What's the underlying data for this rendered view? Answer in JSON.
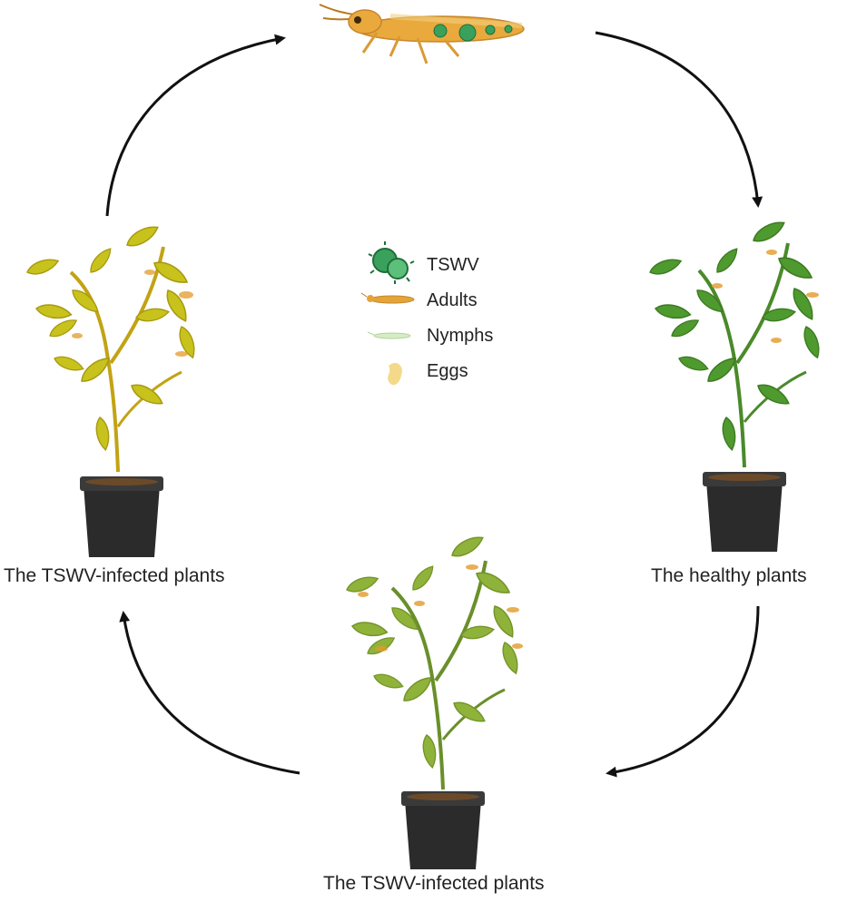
{
  "legend": [
    {
      "label": "TSWV",
      "icon": "virus-icon",
      "color": "#3aa15c"
    },
    {
      "label": "Adults",
      "icon": "thrips-adult-icon",
      "color": "#e3a43a"
    },
    {
      "label": "Nymphs",
      "icon": "thrips-nymph-icon",
      "color": "#cfe8b8"
    },
    {
      "label": "Eggs",
      "icon": "egg-icon",
      "color": "#f5d98a"
    }
  ],
  "captions": {
    "left": "The TSWV-infected plants",
    "right": "The healthy plants",
    "bottom": "The TSWV-infected plants"
  },
  "colors": {
    "healthy_leaf": "#4e9a2f",
    "early_infected_leaf": "#8fb33a",
    "infected_leaf": "#c8c21c",
    "pot": "#2b2b2b",
    "arrow": "#111111",
    "thrips": "#e3a43a"
  }
}
